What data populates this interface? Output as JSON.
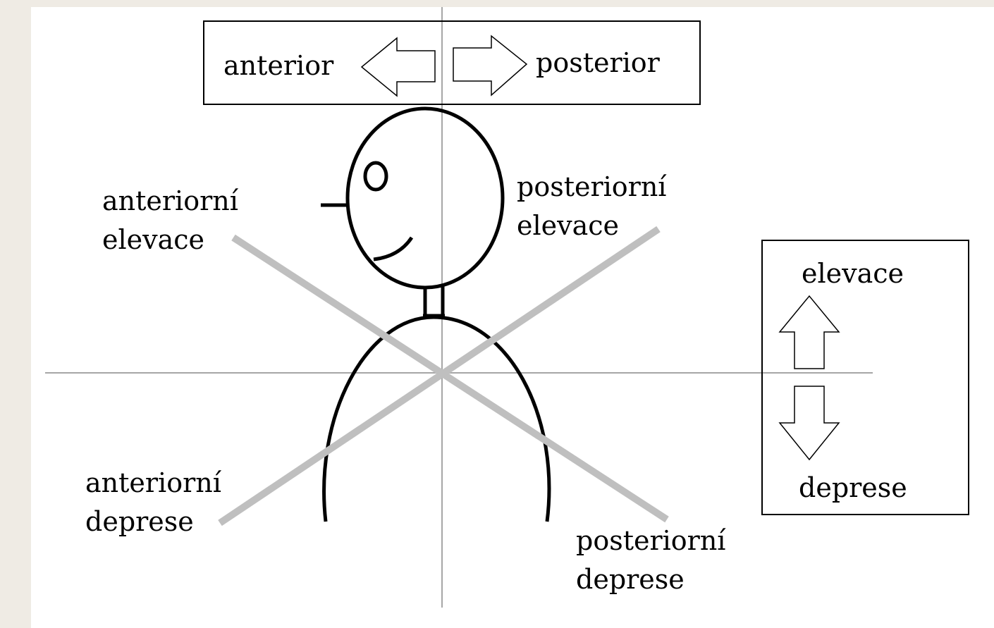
{
  "direction_box_top": {
    "left_label": "anterior",
    "right_label": "posterior"
  },
  "direction_box_right": {
    "top_label": "elevace",
    "bottom_label": "deprese"
  },
  "quadrant_labels": {
    "anterior_elevation": [
      "anteriorní",
      "elevace"
    ],
    "posterior_elevation": [
      "posteriorní",
      "elevace"
    ],
    "anterior_depression": [
      "anteriorní",
      "deprese"
    ],
    "posterior_depression": [
      "posteriorní",
      "deprese"
    ]
  },
  "colors": {
    "page_background": "#efebe4",
    "canvas": "#ffffff",
    "ink": "#000000",
    "axis_line": "#a6a6a6",
    "diagonal_line": "#bfbfbf"
  }
}
